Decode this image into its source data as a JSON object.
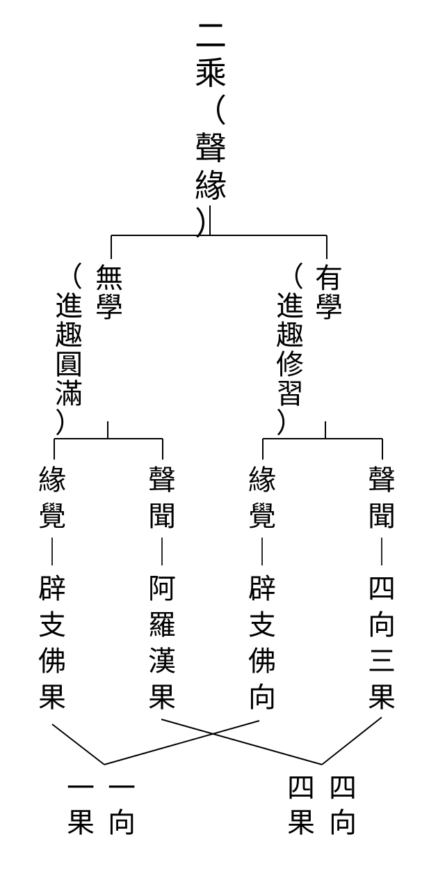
{
  "root": {
    "title": "二乘",
    "paren": "（聲緣）"
  },
  "branches": [
    {
      "name": "無學",
      "paren": "（進趣圓滿）"
    },
    {
      "name": "有學",
      "paren": "（進趣修習）"
    }
  ],
  "leaves": [
    {
      "type": "緣覺",
      "result": "辟支佛果"
    },
    {
      "type": "聲聞",
      "result": "阿羅漢果"
    },
    {
      "type": "緣覺",
      "result": "辟支佛向"
    },
    {
      "type": "聲聞",
      "result": "四向三果"
    }
  ],
  "bottom": [
    {
      "top": "一",
      "bottom": "果"
    },
    {
      "top": "一",
      "bottom": "向"
    },
    {
      "top": "四",
      "bottom": "果"
    },
    {
      "top": "四",
      "bottom": "向"
    }
  ],
  "dash": "｜"
}
